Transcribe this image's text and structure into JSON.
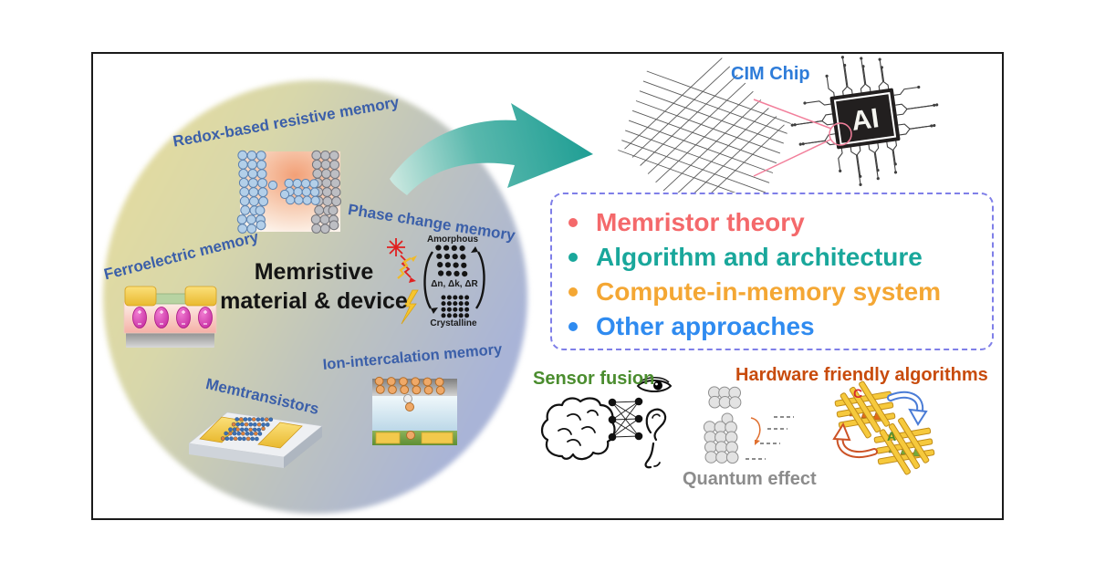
{
  "center": {
    "line1": "Memristive",
    "line2": "material & device"
  },
  "circle": {
    "label_color": "#3b5fa9",
    "labels": [
      {
        "text": "Redox-based resistive memory"
      },
      {
        "text": "Phase change memory"
      },
      {
        "text": "Ferroelectric memory"
      },
      {
        "text": "Ion-intercalation memory"
      },
      {
        "text": "Memtransistors"
      }
    ]
  },
  "phase_change": {
    "top": "Amorphous",
    "middle": "Δn, Δk, ΔR",
    "bottom": "Crystalline"
  },
  "cim": {
    "label": "CIM Chip",
    "chip_text": "AI",
    "label_color": "#2e7cd9"
  },
  "topics": {
    "border_color": "#7f7fe8",
    "items": [
      {
        "label": "Memristor theory",
        "color": "#f4696b"
      },
      {
        "label": "Algorithm and architecture",
        "color": "#19a79b"
      },
      {
        "label": "Compute-in-memory system",
        "color": "#f4a734"
      },
      {
        "label": "Other approaches",
        "color": "#2f8bf0"
      }
    ]
  },
  "bottom": {
    "sensor_fusion": {
      "label": "Sensor fusion",
      "color": "#4b8d2f"
    },
    "hardware": {
      "label": "Hardware friendly algorithms",
      "color": "#c84b0c"
    },
    "quantum": {
      "label": "Quantum effect",
      "color": "#8c8c8c"
    },
    "crossbar_c": "C",
    "crossbar_a": "A"
  },
  "icons": {
    "flow-arrow-icon": "teal curved arrow",
    "crossbar-mesh-icon": "memristor crossbar array",
    "ai-chip-icon": "AI chip with circuit traces",
    "laser-icon": "red laser burst",
    "lightning-icon": "yellow electrical pulse",
    "brain-icon": "brain outline",
    "neural-network-icon": "fully connected nodes",
    "eye-icon": "eye",
    "ear-icon": "ear",
    "nose-icon": "nose",
    "quantum-dots-icon": "nanoparticle cluster with energy levels",
    "crossbar-c-icon": "crossbar array C",
    "crossbar-a-icon": "crossbar array A"
  }
}
